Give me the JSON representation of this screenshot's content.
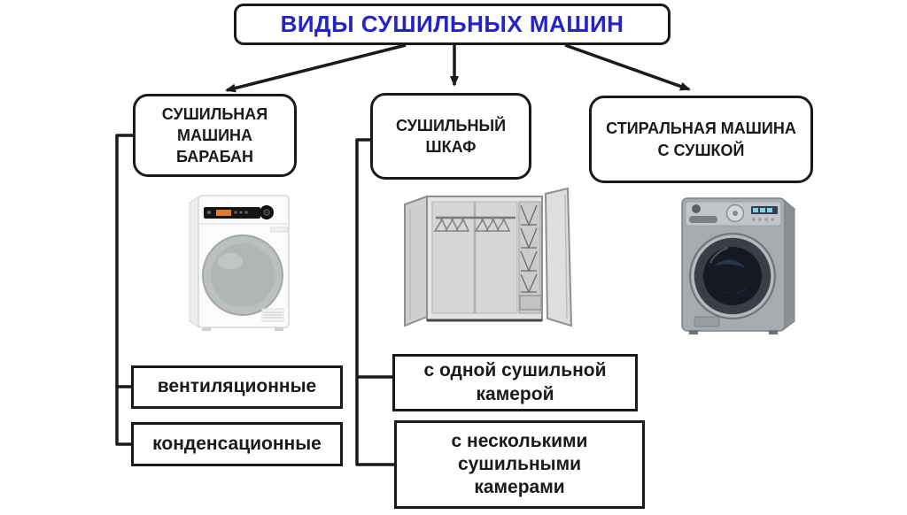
{
  "colors": {
    "accent_title": "#2323C9",
    "box_border": "#1a1a1a",
    "body_text": "#1a1a1a",
    "background": "#ffffff"
  },
  "title": {
    "label": "ВИДЫ СУШИЛЬНЫХ МАШИН"
  },
  "categories": [
    {
      "label": "СУШИЛЬНАЯ МАШИНА БАРАБАН",
      "image": "tumble-dryer-photo",
      "children": [
        "вентиляционные",
        "конденсационные"
      ]
    },
    {
      "label": "СУШИЛЬНЫЙ ШКАФ",
      "image": "drying-cabinet-photo",
      "children": [
        "с одной сушильной камерой",
        "с несколькими сушильными камерами"
      ]
    },
    {
      "label": "СТИРАЛЬНАЯ МАШИНА С СУШКОЙ",
      "image": "washer-dryer-photo",
      "children": []
    }
  ]
}
